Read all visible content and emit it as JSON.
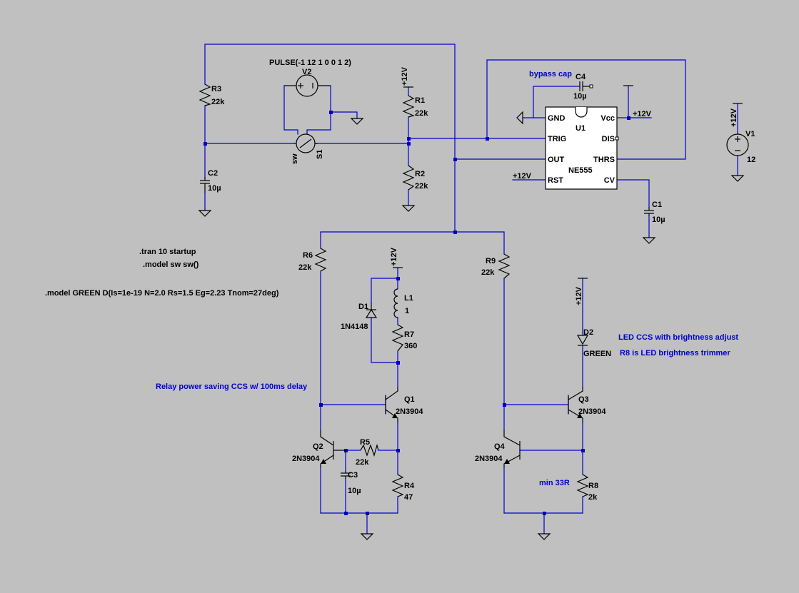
{
  "components": {
    "R3": {
      "ref": "R3",
      "value": "22k"
    },
    "C2": {
      "ref": "C2",
      "value": "10µ"
    },
    "V2": {
      "ref": "V2",
      "value": "PULSE(-1 12 1 0 0 1 2)"
    },
    "S1": {
      "ref": "S1",
      "model": "sw"
    },
    "R1": {
      "ref": "R1",
      "value": "22k"
    },
    "R2": {
      "ref": "R2",
      "value": "22k"
    },
    "C4": {
      "ref": "C4",
      "value": "10µ"
    },
    "U1": {
      "ref": "U1",
      "value": "NE555",
      "pins": {
        "gnd": "GND",
        "trig": "TRIG",
        "out": "OUT",
        "rst": "RST",
        "vcc": "Vcc",
        "dis": "DIS",
        "thrs": "THRS",
        "cv": "CV"
      }
    },
    "C1": {
      "ref": "C1",
      "value": "10µ"
    },
    "V1": {
      "ref": "V1",
      "value": "12"
    },
    "R6": {
      "ref": "R6",
      "value": "22k"
    },
    "D1": {
      "ref": "D1",
      "value": "1N4148"
    },
    "L1": {
      "ref": "L1",
      "value": "1"
    },
    "R7": {
      "ref": "R7",
      "value": "360"
    },
    "Q1": {
      "ref": "Q1",
      "value": "2N3904"
    },
    "Q2": {
      "ref": "Q2",
      "value": "2N3904"
    },
    "R5": {
      "ref": "R5",
      "value": "22k"
    },
    "C3": {
      "ref": "C3",
      "value": "10µ"
    },
    "R4": {
      "ref": "R4",
      "value": "47"
    },
    "R9": {
      "ref": "R9",
      "value": "22k"
    },
    "D2": {
      "ref": "D2",
      "value": "GREEN"
    },
    "Q3": {
      "ref": "Q3",
      "value": "2N3904"
    },
    "Q4": {
      "ref": "Q4",
      "value": "2N3904"
    },
    "R8": {
      "ref": "R8",
      "value": "2k"
    }
  },
  "power_label": "+12V",
  "directives": {
    "tran": ".tran 10 startup",
    "model_sw": ".model sw sw()",
    "model_green": ".model GREEN D(Is=1e-19 N=2.0 Rs=1.5 Eg=2.23 Tnom=27deg)"
  },
  "comments": {
    "bypass": "bypass cap",
    "relay": "Relay power saving CCS w/ 100ms delay",
    "led_ccs": "LED CCS with brightness adjust",
    "r8_note": "R8 is LED brightness trimmer",
    "min33": "min 33R"
  },
  "colors": {
    "background": "#c0c0c0",
    "wire": "#0000cc",
    "symbol": "#000000",
    "comment": "#0000cc"
  }
}
